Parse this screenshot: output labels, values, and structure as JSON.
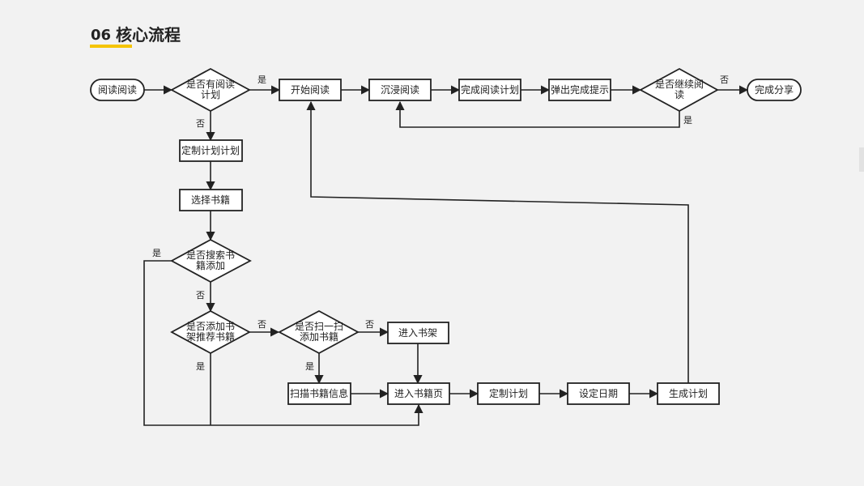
{
  "section": {
    "number": "06",
    "title": "核心流程",
    "accent_color": "#f5c400"
  },
  "nodes": {
    "read": "阅读阅读",
    "has_plan_q": [
      "是否有阅读",
      "计划"
    ],
    "start_reading": "开始阅读",
    "immersive": "沉浸阅读",
    "finish_plan": "完成阅读计划",
    "popup_tip": "弹出完成提示",
    "continue_q": [
      "是否继续阅",
      "读"
    ],
    "share": "完成分享",
    "make_plan": "定制计划计划",
    "select_books": "选择书籍",
    "search_q": [
      "是否搜索书",
      "籍添加"
    ],
    "shelf_q": [
      "是否添加书",
      "架推荐书籍"
    ],
    "scan_q": [
      "是否扫一扫",
      "添加书籍"
    ],
    "enter_shelf": "进入书架",
    "scan_info": "扫描书籍信息",
    "book_page": "进入书籍页",
    "custom_plan": "定制计划",
    "set_date": "设定日期",
    "gen_plan": "生成计划"
  },
  "edge_labels": {
    "yes": "是",
    "no": "否"
  }
}
